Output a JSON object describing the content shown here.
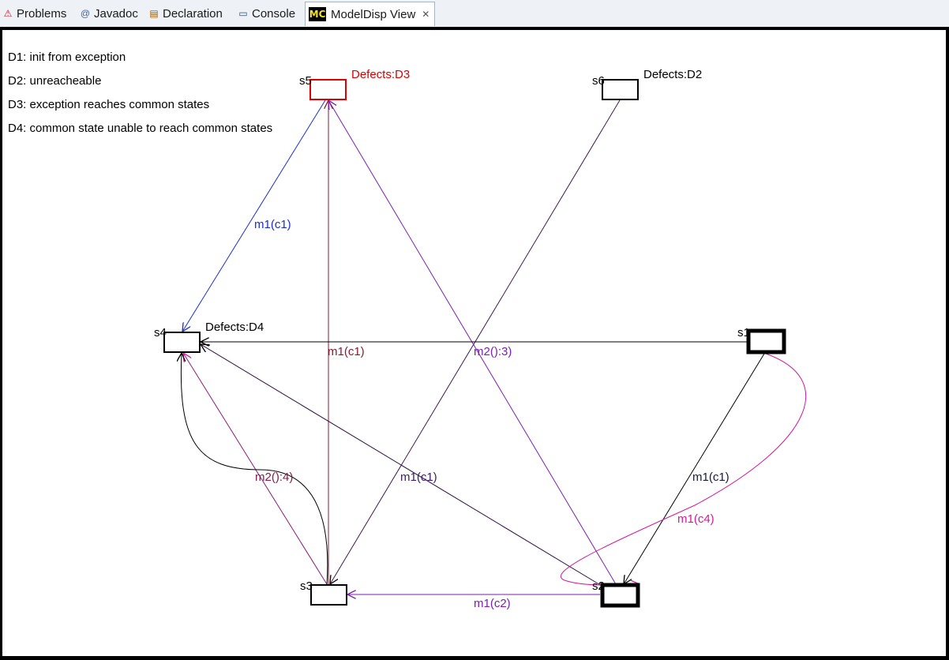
{
  "tabs": [
    {
      "label": "Problems",
      "icon": "problems-icon"
    },
    {
      "label": "Javadoc",
      "icon": "javadoc-icon"
    },
    {
      "label": "Declaration",
      "icon": "declaration-icon"
    },
    {
      "label": "Console",
      "icon": "console-icon"
    },
    {
      "label": "ModelDisp View",
      "icon": "modeldisp-icon",
      "active": true
    }
  ],
  "tab_icon_text": "MC",
  "legend": [
    "D1: init from exception",
    "D2: unreacheable",
    "D3: exception reaches common states",
    "D4: common state unable to reach common states"
  ],
  "states": {
    "s1": {
      "label": "s1",
      "defect": ""
    },
    "s2": {
      "label": "s2",
      "defect": ""
    },
    "s3": {
      "label": "s3",
      "defect": ""
    },
    "s4": {
      "label": "s4",
      "defect": "Defects:D4"
    },
    "s5": {
      "label": "s5",
      "defect": "Defects:D3"
    },
    "s6": {
      "label": "s6",
      "defect": "Defects:D2"
    }
  },
  "edge_labels": {
    "s5_s4": "m1(c1)",
    "s3_s5": "m1(c1)",
    "s1_s4": "m2():3)",
    "s2_s4": "m1(c1)",
    "s3_s4": "m2():4)",
    "s1_s2": "m1(c1)",
    "s1_s2_loop": "m1(c4)",
    "s2_s3": "m1(c2)"
  },
  "colors": {
    "error": "#e00000",
    "blue": "#1a2ecf",
    "purple": "#7a1fb0",
    "magenta": "#d21a9b",
    "dark_red": "#8b1a2e",
    "black": "#000000"
  }
}
